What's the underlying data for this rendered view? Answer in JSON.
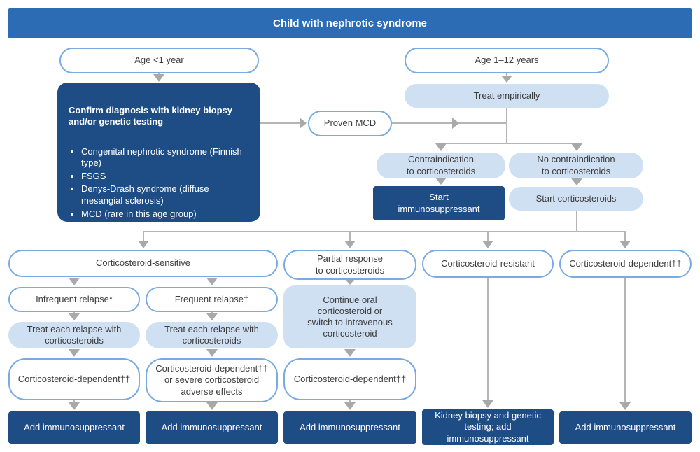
{
  "header": {
    "title": "Child with nephrotic syndrome"
  },
  "colors": {
    "header_bar": "#2c6cb4",
    "dark_node": "#1e4c85",
    "light_node_fill": "#cfe0f3",
    "outline_node_border": "#7aabe0",
    "connector_gray": "#b5b5b5",
    "text_dark": "#3c3c3c"
  },
  "flow": {
    "age_under_1": "Age <1 year",
    "confirm_diagnosis": {
      "title": "Confirm diagnosis with kidney biopsy\nand/or genetic testing",
      "bullets": [
        "Congenital nephrotic syndrome (Finnish type)",
        "FSGS",
        "Denys-Drash syndrome (diffuse mesangial sclerosis)",
        "MCD (rare in this age group)"
      ]
    },
    "proven_mcd": "Proven MCD",
    "age_1_12": "Age 1–12 years",
    "treat_empirically": "Treat empirically",
    "contraindication": "Contraindication\nto corticosteroids",
    "no_contraindication": "No contraindication\nto corticosteroids",
    "start_immunosuppressant": "Start\nimmunosuppressant",
    "start_corticosteroids": "Start corticosteroids",
    "corticosteroid_sensitive": "Corticosteroid-sensitive",
    "partial_response": "Partial response\nto corticosteroids",
    "corticosteroid_resistant": "Corticosteroid-resistant",
    "corticosteroid_dependent": "Corticosteroid-dependent††",
    "infrequent_relapse": "Infrequent relapse*",
    "frequent_relapse": "Frequent relapse†",
    "treat_each_relapse_1": "Treat each relapse with\ncorticosteroids",
    "treat_each_relapse_2": "Treat each relapse with\ncorticosteroids",
    "continue_oral": "Continue oral\ncorticosteroid or\nswitch to intravenous\ncorticosteroid",
    "corticosteroid_dependent_infrequent": "Corticosteroid-dependent††",
    "corticosteroid_dependent_severe": "Corticosteroid-dependent††\nor severe corticosteroid\nadverse effects",
    "corticosteroid_dependent_partial": "Corticosteroid-dependent††",
    "add_immunosuppressant_1": "Add immunosuppressant",
    "add_immunosuppressant_2": "Add immunosuppressant",
    "add_immunosuppressant_3": "Add immunosuppressant",
    "kidney_biopsy_add": "Kidney biopsy and genetic\ntesting; add\nimmunosuppressant",
    "add_immunosuppressant_5": "Add immunosuppressant"
  }
}
